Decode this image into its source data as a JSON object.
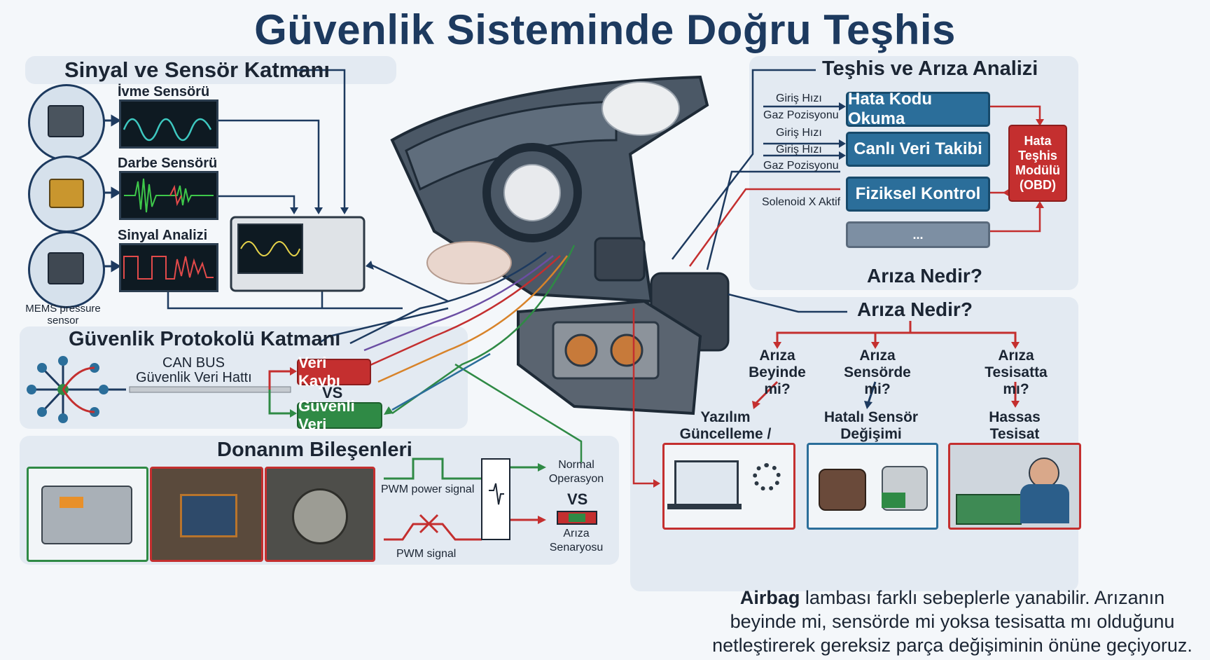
{
  "title": "Güvenlik Sisteminde Doğru Teşhis",
  "sensor_layer": {
    "title": "Sinyal ve Sensör Katmanı",
    "sensors": [
      {
        "label": "İvme Sensörü"
      },
      {
        "label": "Darbe Sensörü"
      },
      {
        "label": "Sinyal Analizi"
      }
    ],
    "mems_label": "MEMS pressure sensor"
  },
  "protocol_layer": {
    "title": "Güvenlik Protokolü Katmanı",
    "canbus_line1": "CAN BUS",
    "canbus_line2": "Güvenlik Veri Hattı",
    "data_loss": "Veri Kaybı",
    "vs": "VS",
    "safe_data": "Güvenli Veri"
  },
  "hardware": {
    "title": "Donanım Bileşenleri",
    "pwm_power": "PWM power signal",
    "pwm_signal": "PWM signal",
    "normal_op": "Normal Operasyon",
    "vs": "VS",
    "fault_scenario": "Arıza Senaryosu"
  },
  "diagnosis": {
    "title": "Teşhis ve Arıza Analizi",
    "inputs": [
      "Giriş Hızı",
      "Gaz Pozisyonu",
      "Giriş Hızı",
      "Giriş Hızı",
      "Gaz Pozisyonu",
      "Solenoid X Aktif"
    ],
    "steps": [
      "Hata Kodu Okuma",
      "Canlı Veri Takibi",
      "Fiziksel Kontrol",
      "..."
    ],
    "module": "Hata Teşhis Modülü (OBD)",
    "question": "Arıza Nedir?"
  },
  "fault": {
    "title": "Arıza Nedir?",
    "questions": [
      "Arıza Beyinde mi?",
      "Arıza Sensörde mi?",
      "Arıza Tesisatta mı?"
    ],
    "results": [
      "Yazılım Güncelleme / Beyin Tamiri",
      "Hatalı Sensör Değişimi",
      "Hassas Tesisat Onarımı"
    ]
  },
  "footer": {
    "text_bold": "Airbag",
    "text_rest": " lambası farklı sebeplerle yanabilir. Arızanın beyinde mi, sensörde mi yoksa tesisatta mı olduğunu netleştirerek gereksiz parça değişiminin önüne geçiyoruz."
  },
  "colors": {
    "navy": "#1d3a5f",
    "blue": "#2b6e9a",
    "red": "#c42f2f",
    "green": "#2f8a45"
  }
}
